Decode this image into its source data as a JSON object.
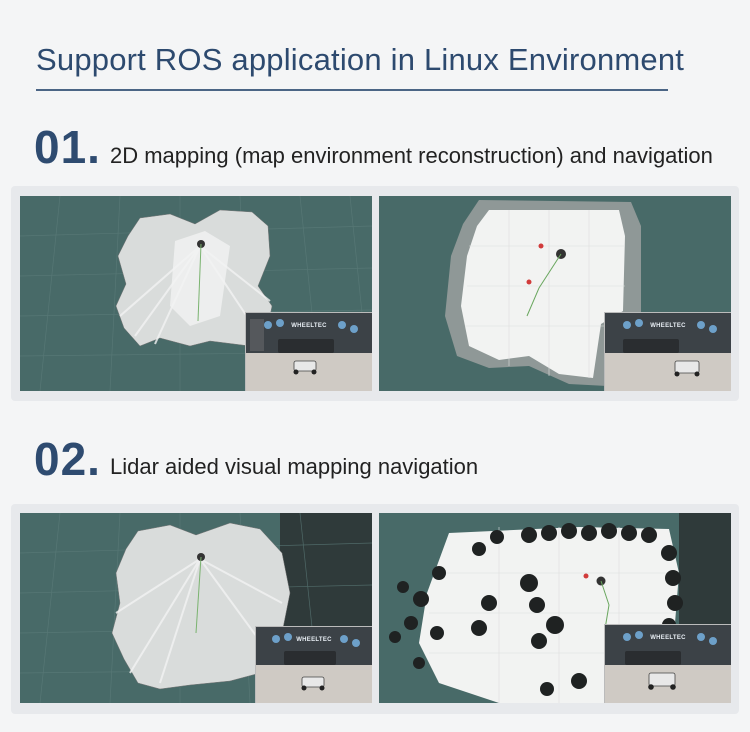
{
  "title": "Support ROS application in Linux Environment",
  "sections": [
    {
      "number": "01.",
      "text": "2D mapping (map environment reconstruction) and navigation",
      "images": [
        {
          "name": "rviz-2d-mapping-view",
          "inset_logo": "WHEELTEC"
        },
        {
          "name": "rviz-navigation-view",
          "inset_logo": "WHEELTEC"
        }
      ]
    },
    {
      "number": "02.",
      "text": "Lidar aided visual mapping navigation",
      "images": [
        {
          "name": "rviz-lidar-visual-mapping-view",
          "inset_logo": "WHEELTEC"
        },
        {
          "name": "rviz-lidar-visual-navigation-view",
          "inset_logo": "WHEELTEC"
        }
      ]
    }
  ],
  "colors": {
    "title": "#2d4a6f",
    "number": "#2e4b70",
    "rviz_background": "#486a68",
    "map_free": "#e2e2e2",
    "map_unknown": "#8f9a98"
  }
}
